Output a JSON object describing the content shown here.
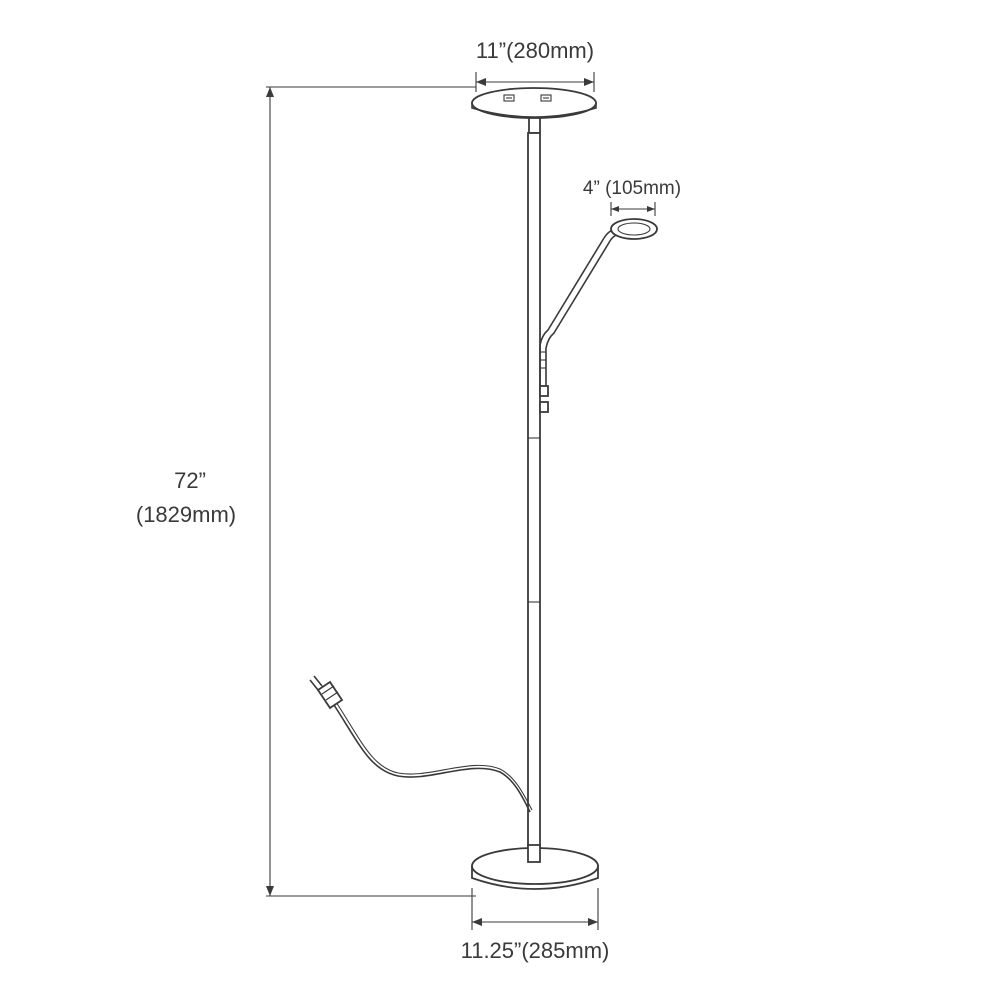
{
  "dimensions": {
    "top_width": "11”(280mm)",
    "reading_head": "4” (105mm)",
    "height_in": "72”",
    "height_mm": "(1829mm)",
    "base_width": "11.25”(285mm)"
  }
}
